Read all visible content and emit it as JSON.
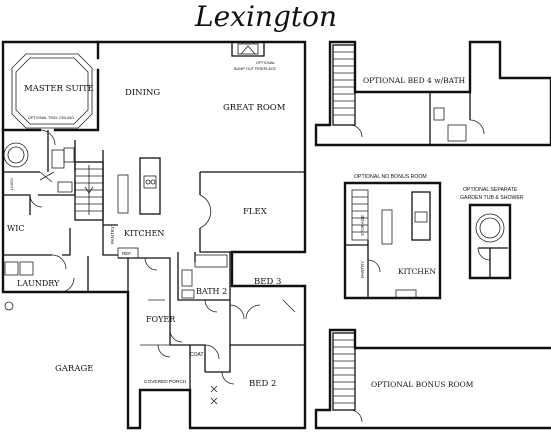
{
  "title": "Lexington",
  "rooms": {
    "master_suite": "MASTER SUITE",
    "tray_ceiling": "OPTIONAL TRAY CEILING",
    "dining": "DINING",
    "great_room": "GREAT ROOM",
    "fireplace_line1": "OPTIONAL",
    "fireplace_line2": "BUMP OUT FIREPLACE",
    "kitchen": "KITCHEN",
    "flex": "FLEX",
    "pantry": "PANTRY",
    "ref": "REF.",
    "wic": "WIC",
    "linen": "LINEN",
    "laundry": "LAUNDRY",
    "bath2": "BATH 2",
    "bed3": "BED 3",
    "bed2": "BED 2",
    "foyer": "FOYER",
    "coat": "COAT",
    "covered_porch": "COVERED PORCH",
    "garage": "GARAGE",
    "optional_bed4": "OPTIONAL BED 4 w/BATH",
    "optional_no_bonus": "OPTIONAL NO BONUS ROOM",
    "storage": "STORAGE",
    "pantry_alt": "PANTRY",
    "kitchen_alt": "KITCHEN",
    "optional_separate_line1": "OPTIONAL SEPARATE",
    "optional_separate_line2": "GARDEN TUB & SHOWER",
    "optional_bonus": "OPTIONAL BONUS ROOM",
    "linen_closet": "LINEN",
    "wic_small": "WIC"
  }
}
